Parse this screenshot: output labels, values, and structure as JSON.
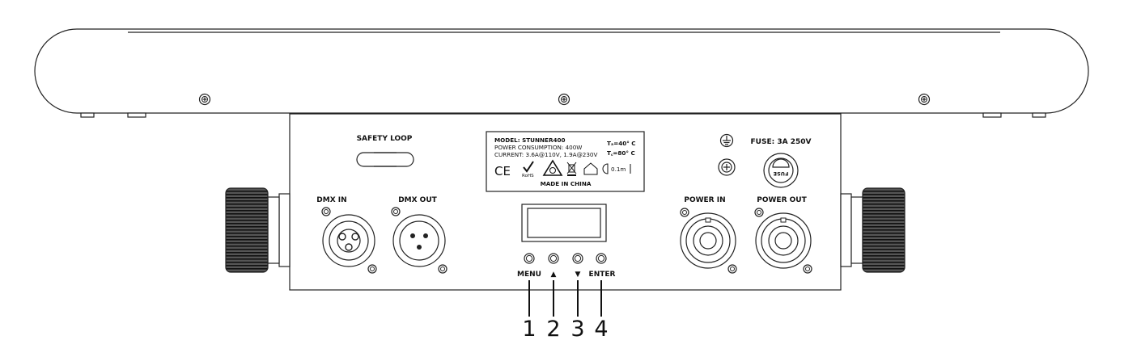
{
  "labels": {
    "safety_loop": "SAFETY LOOP",
    "dmx_in": "DMX IN",
    "dmx_out": "DMX OUT",
    "power_in": "POWER IN",
    "power_out": "POWER OUT",
    "fuse": "FUSE: 3A 250V",
    "fuse_cap_text": "FUSE"
  },
  "nameplate": {
    "model": "MODEL: STUNNER400",
    "power": "POWER CONSUMPTION: 400W",
    "current": "CURRENT: 3.6A@110V, 1.9A@230V",
    "ta": "Tₐ=40° C",
    "tc": "T꜀=80° C",
    "ce": "CE",
    "rohs": "RoHS",
    "distance": "0.1m",
    "made_in": "MADE IN CHINA"
  },
  "buttons": [
    {
      "label": "MENU",
      "number": "1"
    },
    {
      "label": "▲",
      "number": "2"
    },
    {
      "label": "▼",
      "number": "3"
    },
    {
      "label": "ENTER",
      "number": "4"
    }
  ]
}
